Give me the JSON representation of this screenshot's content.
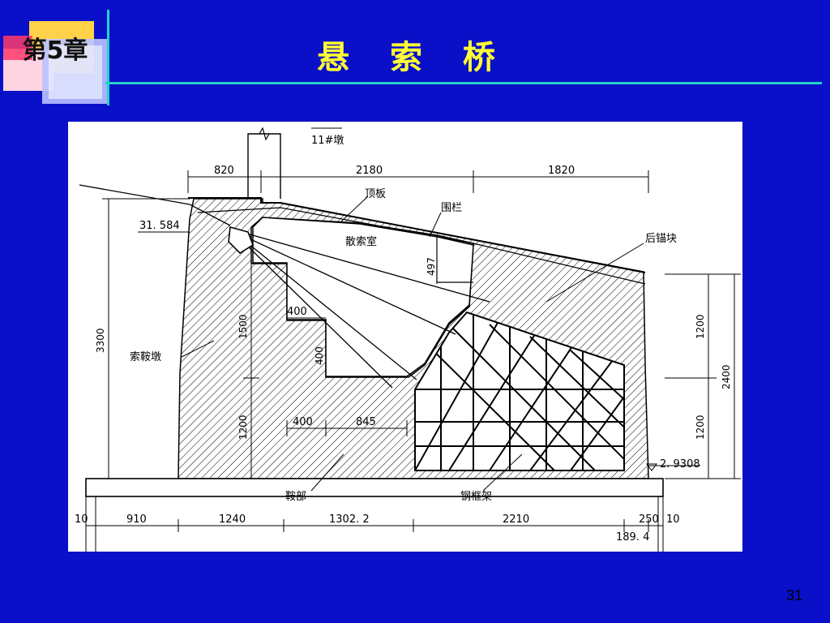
{
  "slide": {
    "chapter_badge": "第5章",
    "title": "悬 索 桥",
    "page_number": "31"
  },
  "colors": {
    "background": "#0a0fc8",
    "title": "#ffff33",
    "rule": "#22d3c9",
    "drawing_background": "#ffffff",
    "ink": "#000000"
  },
  "drawing": {
    "labels": {
      "pier": "11#墩",
      "top_plate": "顶板",
      "parapet": "围栏",
      "anchor_chamber": "散索室",
      "rear_anchor_block": "后锚块",
      "saddle_pier": "索鞍墩",
      "saddle_part": "鞍部",
      "steel_frame": "钢框架"
    },
    "elevations": {
      "top": "31. 584",
      "bottom": "2. 9308"
    },
    "dimensions": {
      "top_left": "820",
      "top_middle": "2180",
      "top_right": "1820",
      "height_left": "3300",
      "chamber_height": "497",
      "inner_height_1500": "1500",
      "inner_height_1200": "1200",
      "notch_width_top": "400",
      "notch_height": "400",
      "base_width_400": "400",
      "base_width_845": "845",
      "right_upper": "1200",
      "right_lower": "1200",
      "right_total": "2400",
      "bottom_10_left": "10",
      "bottom_910": "910",
      "bottom_1240": "1240",
      "bottom_1302": "1302. 2",
      "bottom_2210": "2210",
      "bottom_250": "250",
      "bottom_10_right": "10",
      "bottom_189": "189. 4"
    }
  }
}
